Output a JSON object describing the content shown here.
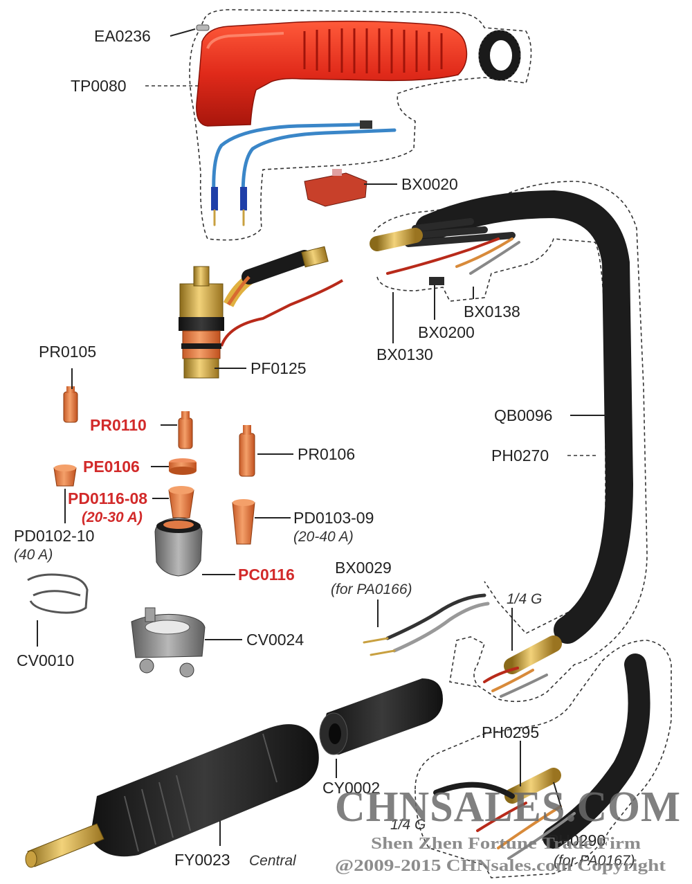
{
  "labels": {
    "ea0236": "EA0236",
    "tp0080": "TP0080",
    "bx0020": "BX0020",
    "bx0138": "BX0138",
    "bx0200": "BX0200",
    "bx0130": "BX0130",
    "pr0105": "PR0105",
    "pf0125": "PF0125",
    "pr0110": "PR0110",
    "pr0106": "PR0106",
    "pe0106": "PE0106",
    "pd0116": "PD0116-08",
    "pd0116_sub": "(20-30 A)",
    "pd0102": "PD0102-10",
    "pd0102_sub": "(40 A)",
    "pd0103": "PD0103-09",
    "pd0103_sub": "(20-40 A)",
    "qb0096": "QB0096",
    "ph0270": "PH0270",
    "pc0116": "PC0116",
    "bx0029": "BX0029",
    "bx0029_sub": "(for PA0166)",
    "quarter_g_1": "1/4 G",
    "cv0010": "CV0010",
    "cv0024": "CV0024",
    "cy0002": "CY0002",
    "ph0295": "PH0295",
    "quarter_g_2": "1/4 G",
    "ph0290": "PH0290",
    "ph0290_sub": "(for PA0167)",
    "fy0023": "FY0023",
    "fy0023_sub": "Central"
  },
  "watermark": {
    "brand": "CHNSALES.COM",
    "company": "Shen Zhen Fortune Trade Firm",
    "copyright": "@2009-2015 CHNsales.com Copyright"
  },
  "colors": {
    "highlight_label": "#d22a2a",
    "handle_red": "#e02a1a",
    "copper": "#e07a45",
    "brass": "#d9b24a",
    "cable_black": "#1c1c1c"
  }
}
